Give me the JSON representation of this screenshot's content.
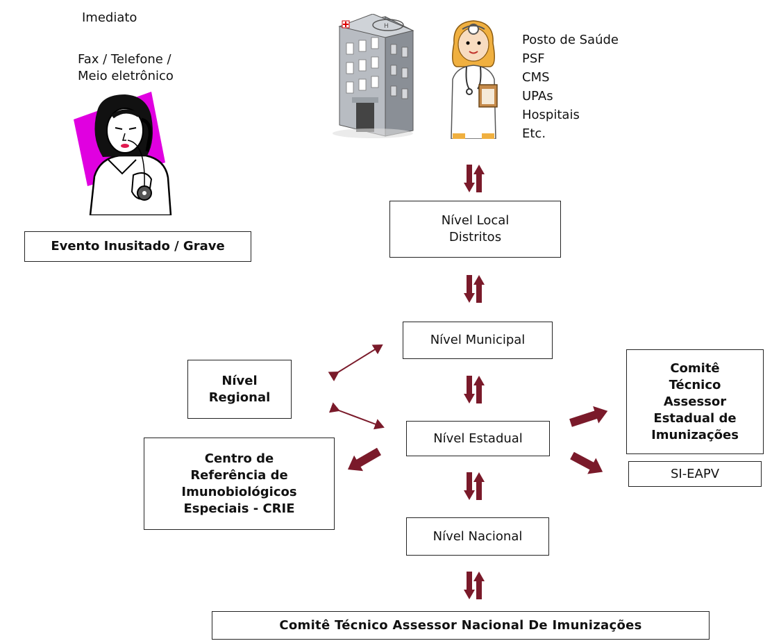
{
  "notify": {
    "imediato": "Imediato",
    "channel_line1": "Fax / Telefone /",
    "channel_line2": "Meio eletrônico"
  },
  "evento_box": "Evento Inusitado / Grave",
  "facilities": [
    "Posto de Saúde",
    "PSF",
    "CMS",
    "UPAs",
    "Hospitais",
    "Etc."
  ],
  "levels": {
    "local_line1": "Nível Local",
    "local_line2": "Distritos",
    "municipal": "Nível Municipal",
    "estadual": "Nível Estadual",
    "nacional": "Nível Nacional",
    "regional_line1": "Nível",
    "regional_line2": "Regional"
  },
  "crie": [
    "Centro de",
    "Referência de",
    "Imunobiológicos",
    "Especiais - CRIE"
  ],
  "comite_estadual": [
    "Comitê",
    "Técnico",
    "Assessor",
    "Estadual de",
    "Imunizações"
  ],
  "si_eapv": "SI-EAPV",
  "comite_nacional": "Comitê Técnico Assessor Nacional De Imunizações",
  "colors": {
    "arrow": "#7a1a2a",
    "magenta": "#e000e0",
    "box_border": "#222222"
  },
  "icons": [
    "woman-on-phone-icon",
    "hospital-building-icon",
    "nurse-doctor-icon"
  ]
}
